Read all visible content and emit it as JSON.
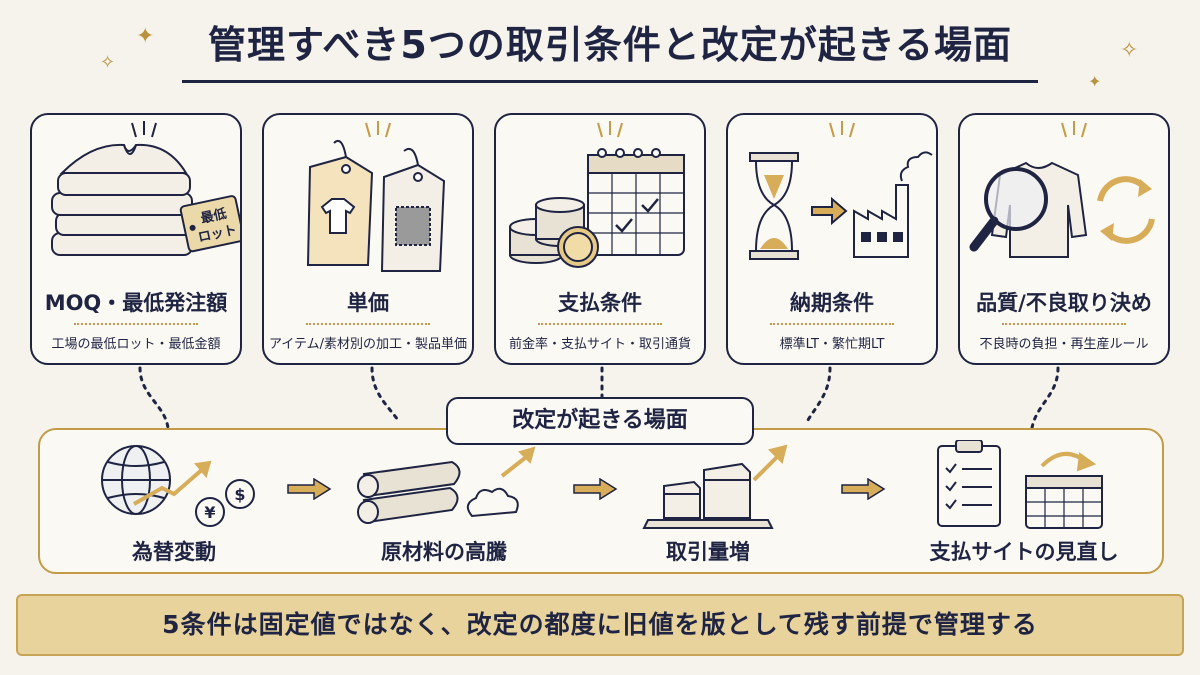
{
  "title": "管理すべき5つの取引条件と改定が起きる場面",
  "colors": {
    "navy": "#1f2442",
    "gold": "#c39a45",
    "banner": "#e8d39d",
    "paper": "#f6f3ec"
  },
  "conditions": [
    {
      "label": "MOQ・最低発注額",
      "desc": "工場の最低ロット・最低金額",
      "icon": "folded-clothes-icon",
      "tag_text": "最低\nロット"
    },
    {
      "label": "単価",
      "desc": "アイテム/素材別の加工・製品単価",
      "icon": "price-tags-icon"
    },
    {
      "label": "支払条件",
      "desc": "前金率・支払サイト・取引通貨",
      "icon": "coins-calendar-icon"
    },
    {
      "label": "納期条件",
      "desc": "標準LT・繁忙期LT",
      "icon": "hourglass-factory-icon"
    },
    {
      "label": "品質/不良取り決め",
      "desc": "不良時の負担・再生産ルール",
      "icon": "magnifier-sweater-icon"
    }
  ],
  "scenes_title": "改定が起きる場面",
  "scenes": [
    {
      "label": "為替変動",
      "icon": "globe-currency-icon"
    },
    {
      "label": "原材料の高騰",
      "icon": "fabric-rolls-icon"
    },
    {
      "label": "取引量増",
      "icon": "boxes-growth-icon"
    },
    {
      "label": "支払サイトの見直し",
      "icon": "clipboard-calendar-icon"
    }
  ],
  "banner": "5条件は固定値ではなく、改定の都度に旧値を版として残す前提で管理する"
}
